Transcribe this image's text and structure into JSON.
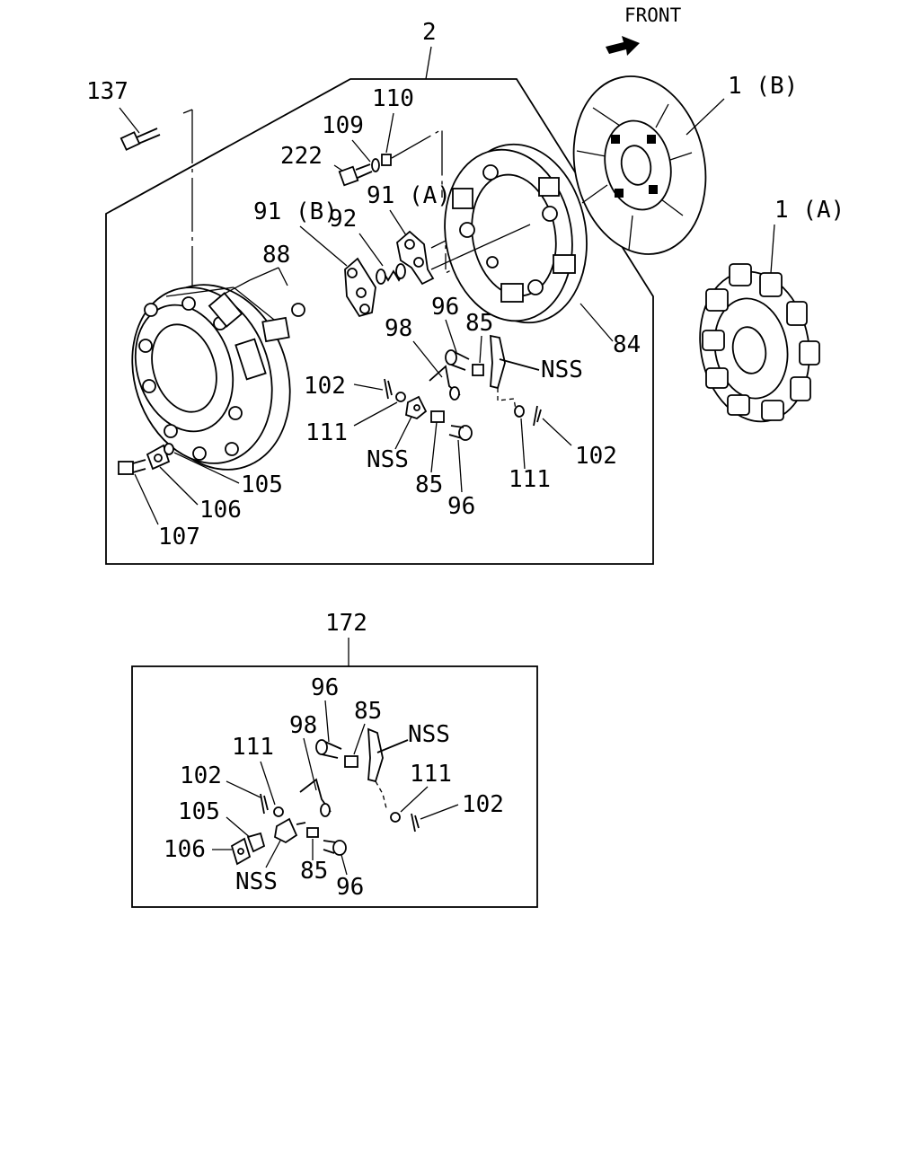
{
  "front_label": "FRONT",
  "labels": {
    "l2": "2",
    "l137": "137",
    "l110": "110",
    "l109": "109",
    "l222": "222",
    "l91b": "91 (B)",
    "l91a": "91 (A)",
    "l92": "92",
    "l88": "88",
    "l96a": "96",
    "l85a": "85",
    "l98a": "98",
    "l84": "84",
    "lnss1": "NSS",
    "l102a": "102",
    "l111a": "111",
    "lnss2": "NSS",
    "l85b": "85",
    "l96b": "96",
    "l111b": "111",
    "l102b": "102",
    "l105": "105",
    "l106": "106",
    "l107": "107",
    "l1b": "1 (B)",
    "l1a": "1 (A)",
    "l172": "172",
    "k96a": "96",
    "k85a": "85",
    "k98": "98",
    "knss1": "NSS",
    "k111a": "111",
    "k102a": "102",
    "k105": "105",
    "k106": "106",
    "knss2": "NSS",
    "k85b": "85",
    "k96b": "96",
    "k111b": "111",
    "k102b": "102"
  }
}
